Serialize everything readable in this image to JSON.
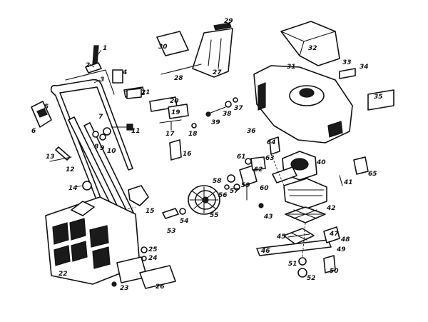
{
  "diagram": {
    "labels": [
      "1",
      "2",
      "3",
      "4",
      "5",
      "6",
      "7",
      "8",
      "9",
      "10",
      "11",
      "12",
      "13",
      "14",
      "15",
      "16",
      "17",
      "18",
      "19",
      "20",
      "21",
      "22",
      "23",
      "24",
      "25",
      "26",
      "27",
      "28",
      "29",
      "30",
      "31",
      "32",
      "33",
      "34",
      "35",
      "36",
      "37",
      "38",
      "39",
      "40",
      "41",
      "42",
      "43",
      "45",
      "46",
      "47",
      "48",
      "49",
      "50",
      "51",
      "52",
      "53",
      "54",
      "55",
      "56",
      "57",
      "58",
      "59",
      "60",
      "61",
      "62",
      "63",
      "64",
      "65"
    ]
  }
}
